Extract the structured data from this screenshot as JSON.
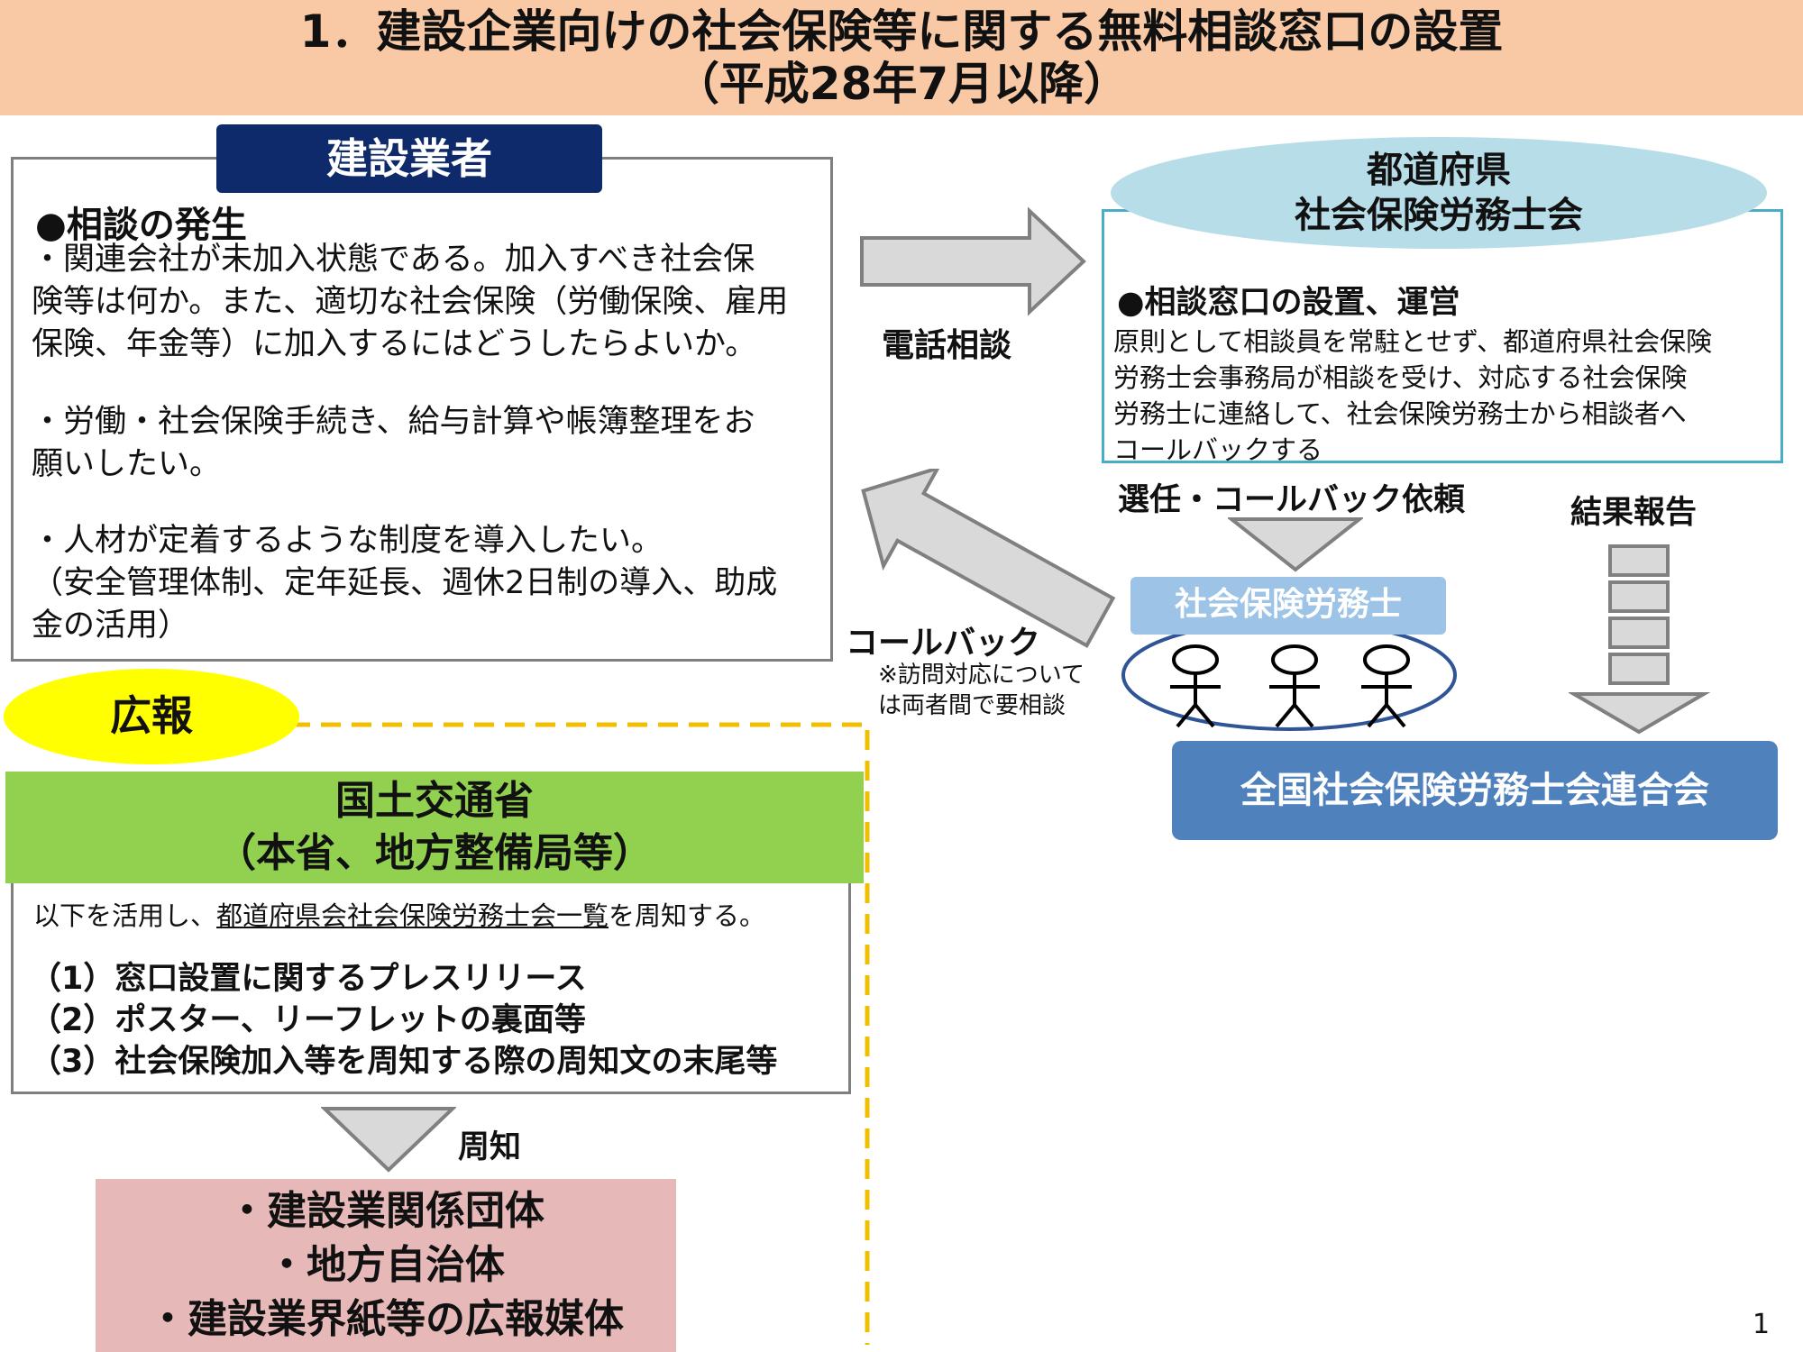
{
  "title": {
    "line1": "1．建設企業向けの社会保険等に関する無料相談窓口の設置",
    "line2": "（平成28年7月以降）"
  },
  "contractor": {
    "label": "建設業者",
    "heading": "●相談の発生",
    "p1": [
      "・関連会社が未加入状態である。加入すべき社会保",
      "険等は何か。また、適切な社会保険（労働保険、雇用",
      "保険、年金等）に加入するにはどうしたらよいか。"
    ],
    "p2": [
      "・労働・社会保険手続き、給与計算や帳簿整理をお",
      "願いしたい。"
    ],
    "p3": [
      "・人材が定着するような制度を導入したい。",
      "（安全管理体制、定年延長、週休2日制の導入、助成",
      "金の活用）"
    ]
  },
  "prefecture": {
    "label_line1": "都道府県",
    "label_line2": "社会保険労務士会",
    "heading": "●相談窓口の設置、運営",
    "lines": [
      "原則として相談員を常駐とせず、都道府県社会保険",
      "労務士会事務局が相談を受け、対応する社会保険",
      "労務士に連絡して、社会保険労務士から相談者へ",
      "コールバックする"
    ]
  },
  "arrows": {
    "phone": "電話相談",
    "callback": "コールバック",
    "note_line1": "※訪問対応について",
    "note_line2": "は両者間で要相談",
    "appoint": "選任・コールバック依頼",
    "report": "結果報告",
    "notify": "周知"
  },
  "sharoushi": {
    "label": "社会保険労務士"
  },
  "federation": {
    "label": "全国社会保険労務士会連合会"
  },
  "pr": {
    "label": "広報"
  },
  "ministry": {
    "label_line1": "国土交通省",
    "label_line2": "（本省、地方整備局等）",
    "intro_before": "以下を活用し、",
    "intro_link": "都道府県会社会保険労務士会一覧",
    "intro_after": "を周知する。",
    "items": [
      "（1）窓口設置に関するプレスリリース",
      "（2）ポスター、リーフレットの裏面等",
      "（3）社会保険加入等を周知する際の周知文の末尾等"
    ]
  },
  "targets": {
    "lines": [
      "・建設業関係団体",
      "・地方自治体",
      "・建設業界紙等の広報媒体"
    ]
  },
  "page_number": "1",
  "colors": {
    "title_band": "#f9c9a6",
    "navy": "#0f2a6b",
    "cyan": "#4bacc6",
    "federation_blue": "#4f81bd",
    "green": "#92d050",
    "pink": "#e6b9b8",
    "yellow": "#ffff00"
  }
}
